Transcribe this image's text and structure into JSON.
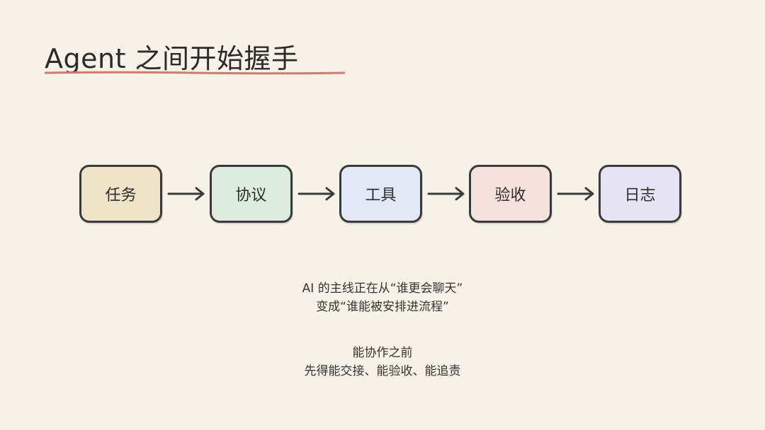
{
  "title": "Agent 之间开始握手",
  "accent_color": "#d9776c",
  "flow": {
    "steps": [
      {
        "label": "任务",
        "color": "#efe3c8"
      },
      {
        "label": "协议",
        "color": "#dcecdf"
      },
      {
        "label": "工具",
        "color": "#e3e8f6"
      },
      {
        "label": "验收",
        "color": "#f5e2dd"
      },
      {
        "label": "日志",
        "color": "#e6e3f4"
      }
    ],
    "arrow_icon": "right-arrow"
  },
  "captions": {
    "line1": "AI 的主线正在从“谁更会聊天”",
    "line2": "变成“谁能被安排进流程”",
    "line3": "能协作之前",
    "line4": "先得能交接、能验收、能追责"
  }
}
